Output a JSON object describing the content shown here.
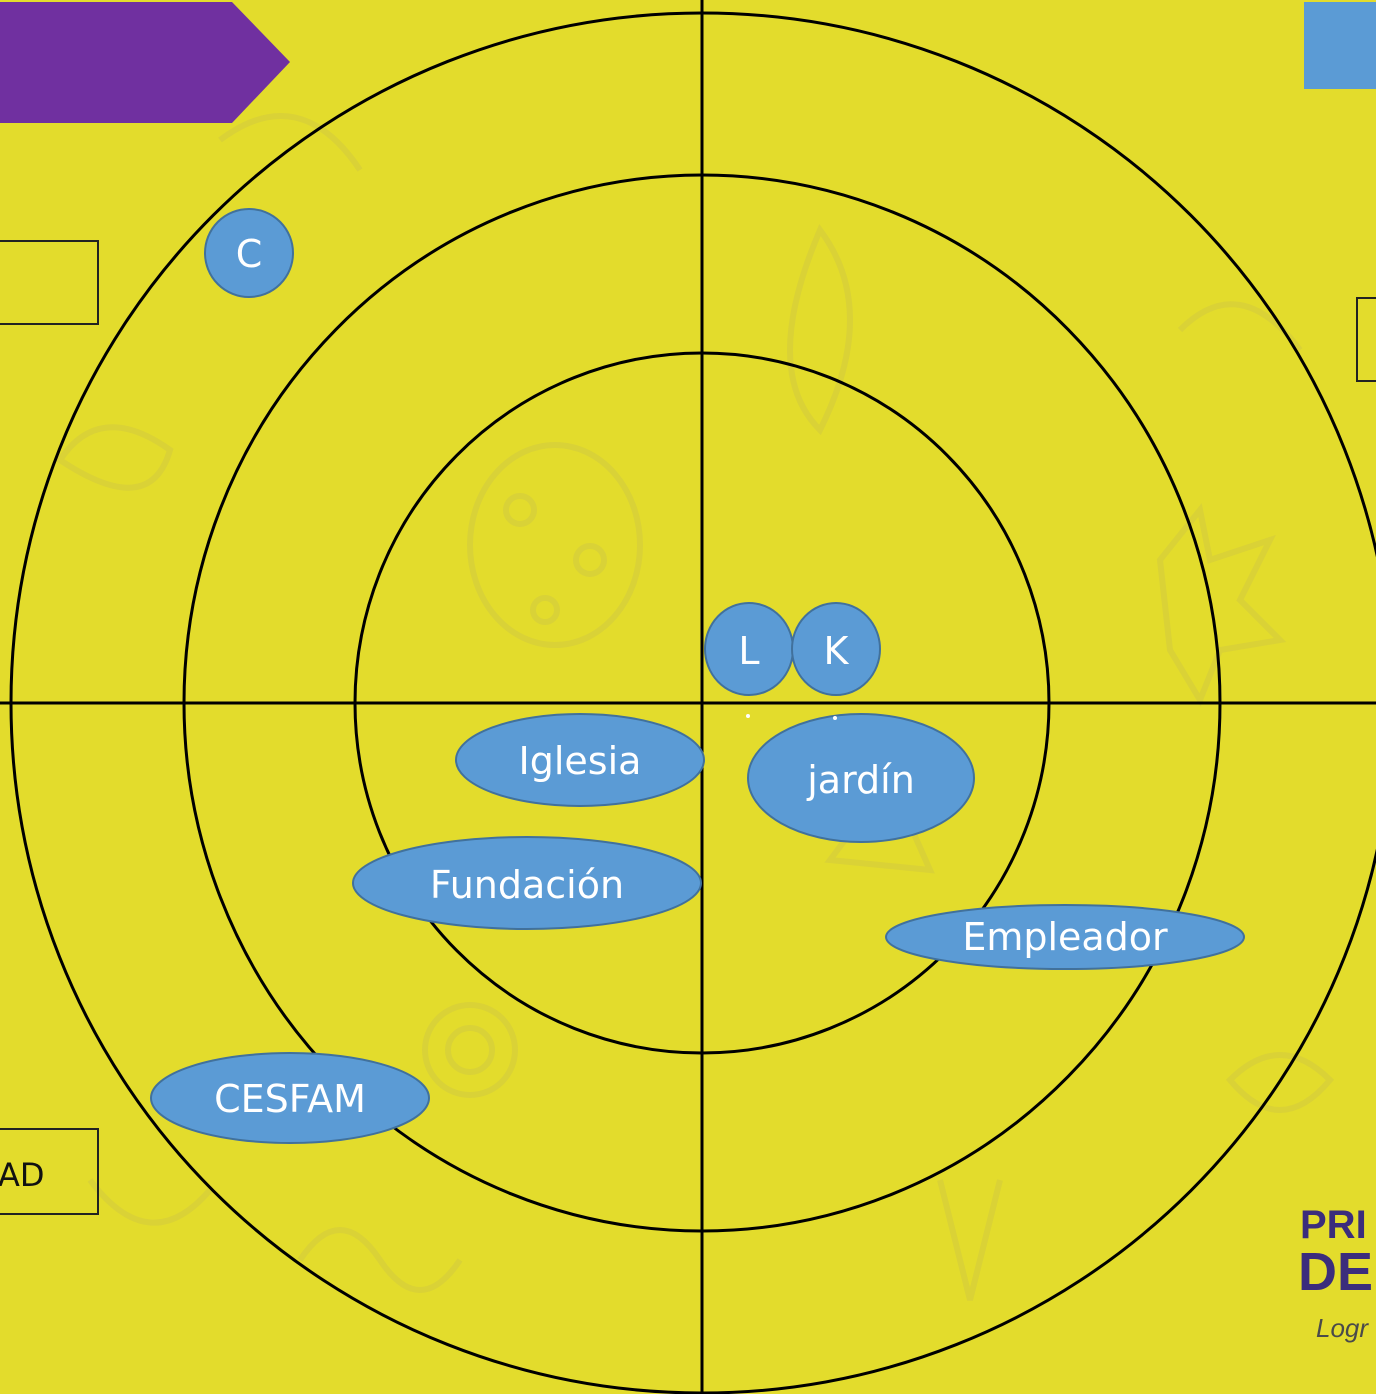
{
  "colors": {
    "background": "#e3dc2c",
    "doodle": "#d7d03a",
    "banner": "#7030a0",
    "node_fill": "#5b9bd5",
    "node_stroke": "#41719c",
    "ring_stroke": "#000000",
    "logo_text": "#3b2d7c"
  },
  "left_box_bottom": {
    "label": "AD"
  },
  "logo": {
    "line1": "PRI",
    "line2": "DE",
    "line3": "Logr"
  },
  "nodes": [
    {
      "id": "C",
      "label": "C"
    },
    {
      "id": "L",
      "label": "L"
    },
    {
      "id": "K",
      "label": "K"
    },
    {
      "id": "iglesia",
      "label": "Iglesia"
    },
    {
      "id": "jardin",
      "label": "jardín"
    },
    {
      "id": "fundacion",
      "label": "Fundación"
    },
    {
      "id": "empleador",
      "label": "Empleador"
    },
    {
      "id": "cesfam",
      "label": "CESFAM"
    }
  ]
}
